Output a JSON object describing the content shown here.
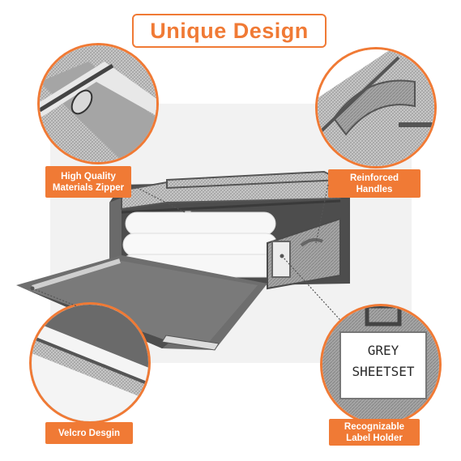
{
  "title": "Unique Design",
  "features": [
    {
      "label_line1": "High Quality",
      "label_line2": "Materials Zipper"
    },
    {
      "label_line1": "Reinforced",
      "label_line2": "Handles"
    },
    {
      "label_line1": "Velcro Desgin",
      "label_line2": ""
    },
    {
      "label_line1": "Recognizable",
      "label_line2": "Label Holder"
    }
  ],
  "label_card": {
    "line1": "GREY",
    "line2": "SHEETSET"
  },
  "colors": {
    "accent": "#f07a35",
    "fabric": "#b9b9b9",
    "trim": "#5a5a5a"
  }
}
